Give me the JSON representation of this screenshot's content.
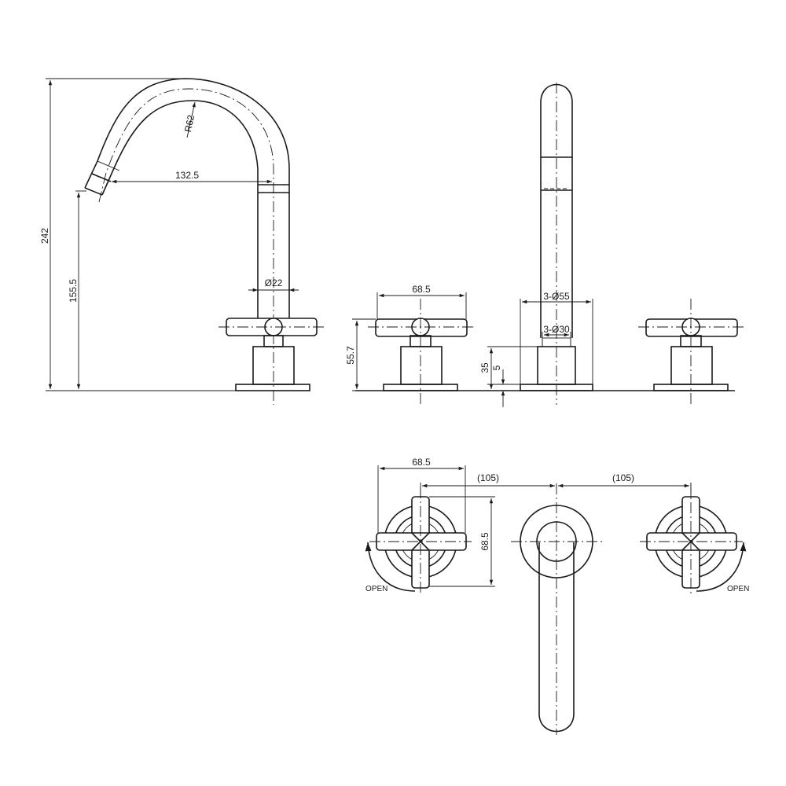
{
  "side_view": {
    "height_total": "242",
    "spout_height": "155.5",
    "reach": "132.5",
    "bend_radius": "R62",
    "tube_diameter": "Ø22"
  },
  "front_view": {
    "handle_span": "68.5",
    "handle_height": "55.7",
    "body_diameter": "3-Ø55",
    "hole_diameter": "3-Ø30",
    "deck_thickness_max": "35",
    "deck_thickness_min": "5"
  },
  "top_view": {
    "handle_span": "68.5",
    "handle_depth": "68.5",
    "spacing_left": "(105)",
    "spacing_right": "(105)",
    "open_left": "OPEN",
    "open_right": "OPEN"
  }
}
